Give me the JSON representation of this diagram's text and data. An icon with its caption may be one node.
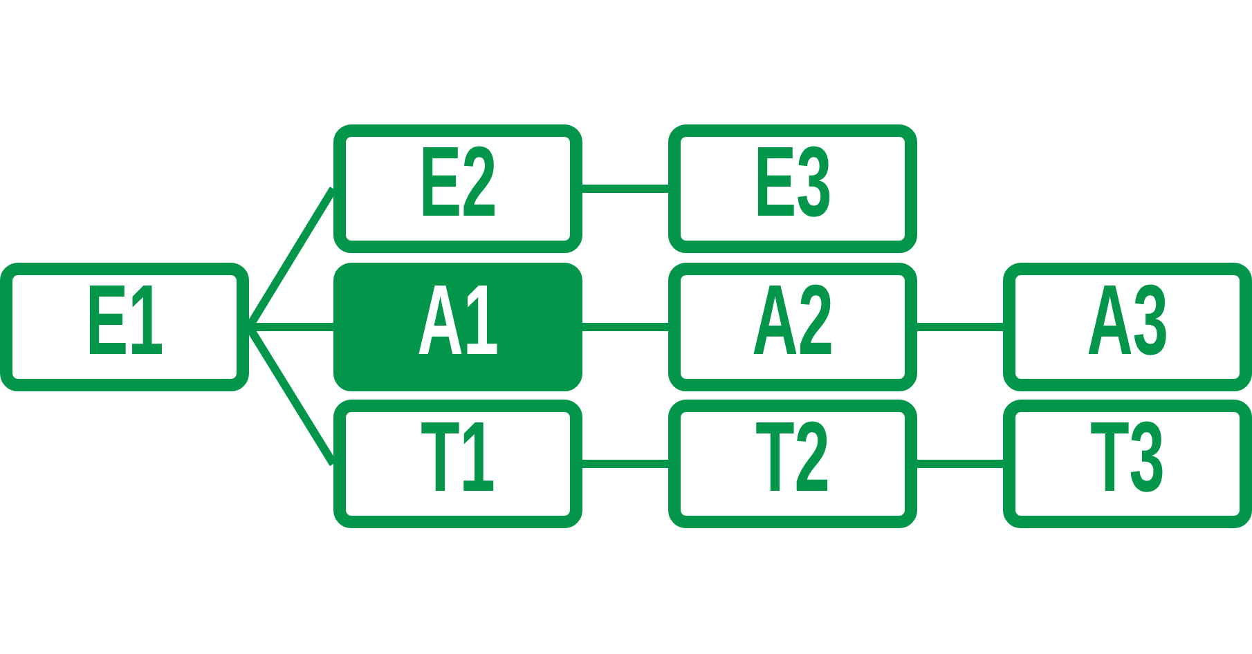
{
  "diagram": {
    "nodes": [
      {
        "text": [
          "E1"
        ]
      },
      {
        "text": [
          "E2"
        ]
      },
      {
        "text": [
          "E3"
        ]
      },
      {
        "text": [
          "A1"
        ]
      },
      {
        "text": [
          "A2"
        ]
      },
      {
        "text": [
          "A3"
        ]
      },
      {
        "text": [
          "T1"
        ]
      },
      {
        "text": [
          "T2"
        ]
      },
      {
        "text": [
          "T3"
        ]
      }
    ],
    "edges": [
      {
        "from": 0,
        "to": 1,
        "arrow": "none"
      },
      {
        "from": 0,
        "to": 3,
        "arrow": "none"
      },
      {
        "from": 0,
        "to": 6,
        "arrow": "none"
      },
      {
        "from": 1,
        "to": 2,
        "arrow": "none"
      },
      {
        "from": 3,
        "to": 4,
        "arrow": "none"
      },
      {
        "from": 4,
        "to": 5,
        "arrow": "none"
      },
      {
        "from": 6,
        "to": 7,
        "arrow": "none"
      },
      {
        "from": 7,
        "to": 8,
        "arrow": "none"
      }
    ]
  }
}
